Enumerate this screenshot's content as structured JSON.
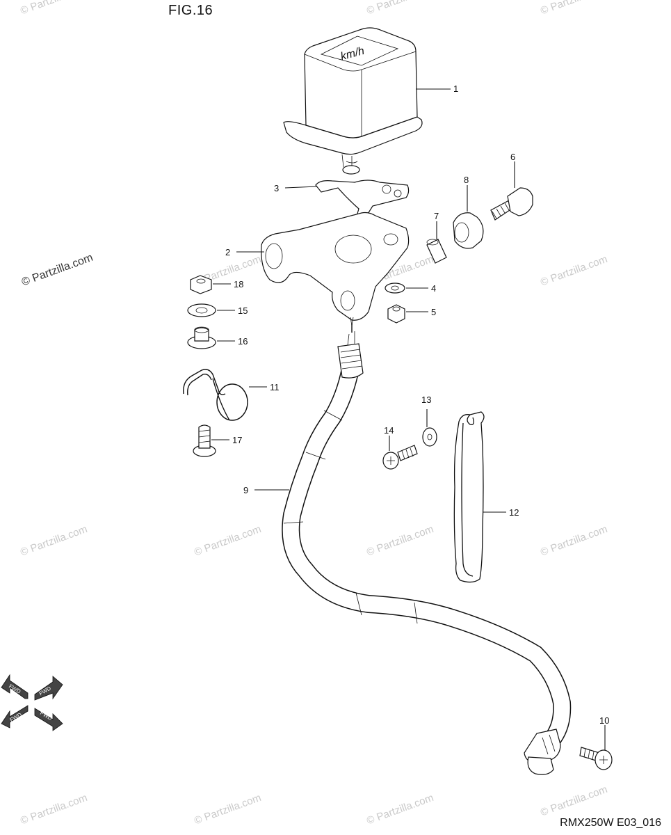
{
  "figure": {
    "title": "FIG.16",
    "code": "RMX250W E03_016"
  },
  "watermark": {
    "text": "© Partzilla.com"
  },
  "direction_marks": [
    "FWD",
    "FWD",
    "FWD",
    "FWD"
  ],
  "callouts": [
    "1",
    "2",
    "3",
    "4",
    "5",
    "6",
    "7",
    "8",
    "9",
    "10",
    "11",
    "12",
    "13",
    "14",
    "15",
    "16",
    "17",
    "18"
  ]
}
